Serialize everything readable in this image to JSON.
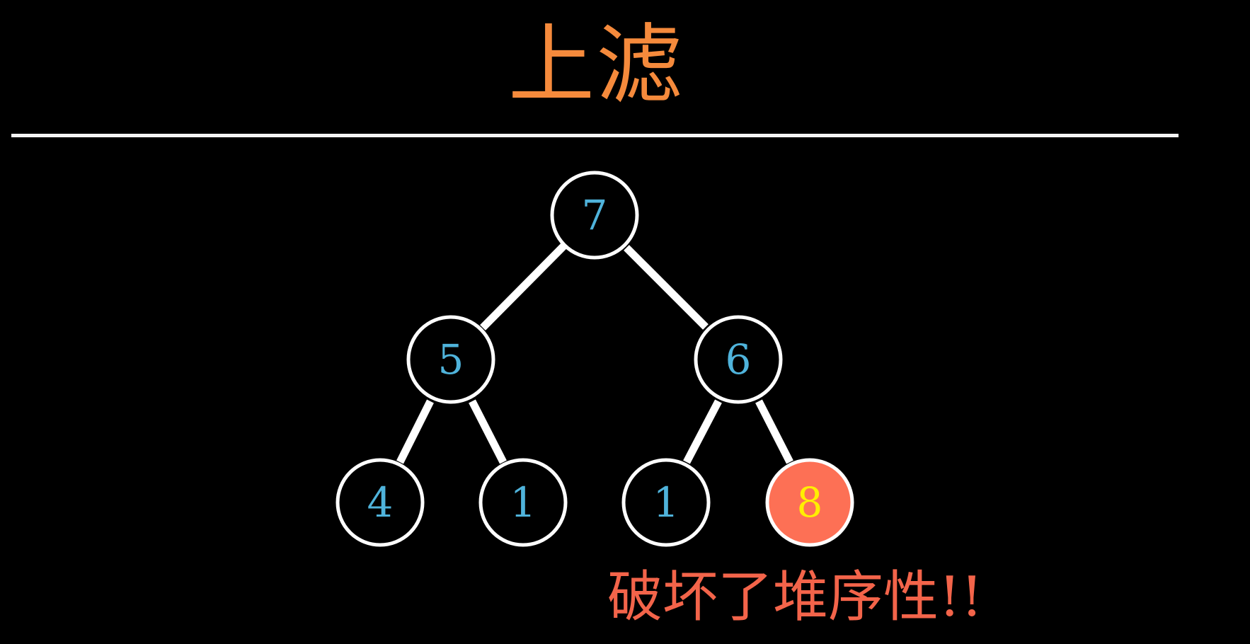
{
  "slide": {
    "title": "上滤",
    "note": "破坏了堆序性!!",
    "colors": {
      "background": "#000000",
      "title": "#f58a3c",
      "note": "#f3644a",
      "node_value": "#4fb3db",
      "highlight_fill": "#fd7055",
      "highlight_value": "#ffee00",
      "edge": "#ffffff"
    }
  },
  "tree": {
    "type": "binary-heap",
    "nodes": [
      {
        "id": "n0",
        "value": "7",
        "level": 0,
        "highlighted": false
      },
      {
        "id": "n1",
        "value": "5",
        "level": 1,
        "highlighted": false
      },
      {
        "id": "n2",
        "value": "6",
        "level": 1,
        "highlighted": false
      },
      {
        "id": "n3",
        "value": "4",
        "level": 2,
        "highlighted": false
      },
      {
        "id": "n4",
        "value": "1",
        "level": 2,
        "highlighted": false
      },
      {
        "id": "n5",
        "value": "1",
        "level": 2,
        "highlighted": false
      },
      {
        "id": "n6",
        "value": "8",
        "level": 2,
        "highlighted": true
      }
    ],
    "edges": [
      [
        "n0",
        "n1"
      ],
      [
        "n0",
        "n2"
      ],
      [
        "n1",
        "n3"
      ],
      [
        "n1",
        "n4"
      ],
      [
        "n2",
        "n5"
      ],
      [
        "n2",
        "n6"
      ]
    ]
  }
}
